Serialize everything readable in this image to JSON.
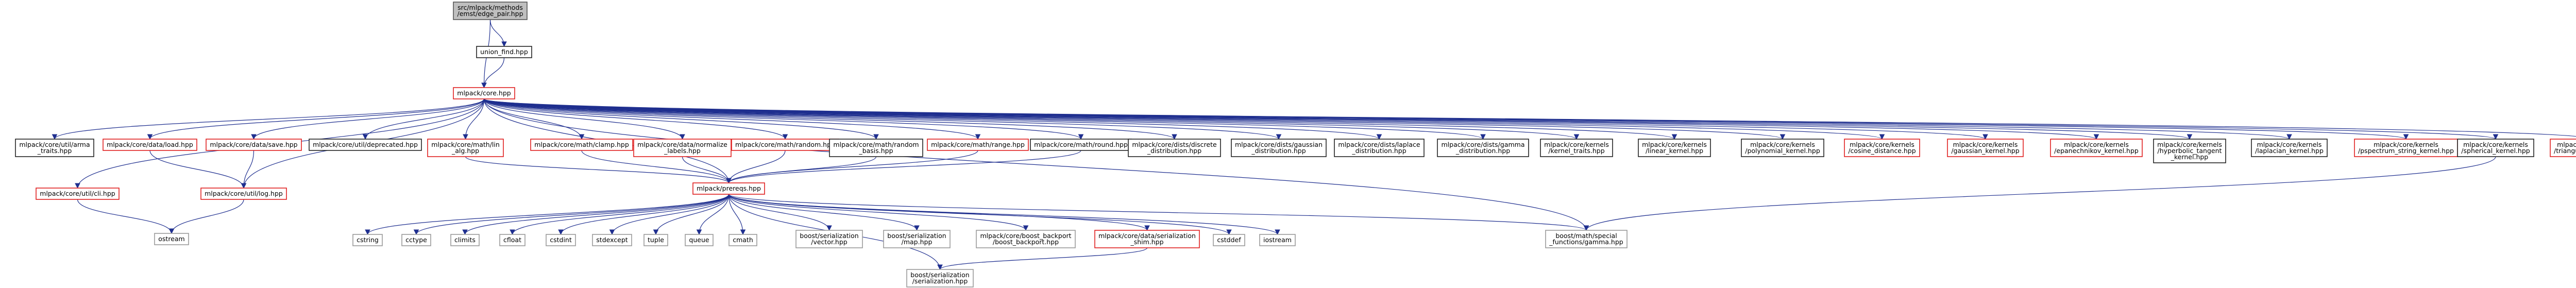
{
  "colors": {
    "edge": "#1f2f8f",
    "node_border_default": "#9a9a9a",
    "node_border_incomplete": "#e02020",
    "node_border_documented": "#222222",
    "root_fill": "#bfbfbf"
  },
  "nodes": [
    {
      "id": "root",
      "lines": [
        "src/mlpack/methods",
        "/emst/edge_pair.hpp"
      ],
      "style": "root"
    },
    {
      "id": "union_find",
      "lines": [
        "union_find.hpp"
      ],
      "style": "black"
    },
    {
      "id": "core",
      "lines": [
        "mlpack/core.hpp"
      ],
      "style": "red"
    },
    {
      "id": "arma_traits",
      "lines": [
        "mlpack/core/util/arma",
        "_traits.hpp"
      ],
      "style": "black"
    },
    {
      "id": "load",
      "lines": [
        "mlpack/core/data/load.hpp"
      ],
      "style": "red"
    },
    {
      "id": "save",
      "lines": [
        "mlpack/core/data/save.hpp"
      ],
      "style": "red"
    },
    {
      "id": "deprecated",
      "lines": [
        "mlpack/core/util/deprecated.hpp"
      ],
      "style": "black"
    },
    {
      "id": "lin_alg",
      "lines": [
        "mlpack/core/math/lin",
        "_alg.hpp"
      ],
      "style": "red"
    },
    {
      "id": "clamp",
      "lines": [
        "mlpack/core/math/clamp.hpp"
      ],
      "style": "red"
    },
    {
      "id": "normalize_labels",
      "lines": [
        "mlpack/core/data/normalize",
        "_labels.hpp"
      ],
      "style": "red"
    },
    {
      "id": "random",
      "lines": [
        "mlpack/core/math/random.hpp"
      ],
      "style": "red"
    },
    {
      "id": "random_basis",
      "lines": [
        "mlpack/core/math/random",
        "_basis.hpp"
      ],
      "style": "black"
    },
    {
      "id": "range",
      "lines": [
        "mlpack/core/math/range.hpp"
      ],
      "style": "red"
    },
    {
      "id": "round",
      "lines": [
        "mlpack/core/math/round.hpp"
      ],
      "style": "black"
    },
    {
      "id": "discrete",
      "lines": [
        "mlpack/core/dists/discrete",
        "_distribution.hpp"
      ],
      "style": "black"
    },
    {
      "id": "gaussian_dist",
      "lines": [
        "mlpack/core/dists/gaussian",
        "_distribution.hpp"
      ],
      "style": "black"
    },
    {
      "id": "laplace_dist",
      "lines": [
        "mlpack/core/dists/laplace",
        "_distribution.hpp"
      ],
      "style": "black"
    },
    {
      "id": "gamma_dist",
      "lines": [
        "mlpack/core/dists/gamma",
        "_distribution.hpp"
      ],
      "style": "black"
    },
    {
      "id": "kernel_traits",
      "lines": [
        "mlpack/core/kernels",
        "/kernel_traits.hpp"
      ],
      "style": "black"
    },
    {
      "id": "linear_kernel",
      "lines": [
        "mlpack/core/kernels",
        "/linear_kernel.hpp"
      ],
      "style": "black"
    },
    {
      "id": "polynomial_kernel",
      "lines": [
        "mlpack/core/kernels",
        "/polynomial_kernel.hpp"
      ],
      "style": "black"
    },
    {
      "id": "cosine_distance",
      "lines": [
        "mlpack/core/kernels",
        "/cosine_distance.hpp"
      ],
      "style": "red"
    },
    {
      "id": "gaussian_kernel",
      "lines": [
        "mlpack/core/kernels",
        "/gaussian_kernel.hpp"
      ],
      "style": "red"
    },
    {
      "id": "epanechnikov",
      "lines": [
        "mlpack/core/kernels",
        "/epanechnikov_kernel.hpp"
      ],
      "style": "red"
    },
    {
      "id": "hyperbolic",
      "lines": [
        "mlpack/core/kernels",
        "/hyperbolic_tangent",
        "_kernel.hpp"
      ],
      "style": "black"
    },
    {
      "id": "laplacian_kernel",
      "lines": [
        "mlpack/core/kernels",
        "/laplacian_kernel.hpp"
      ],
      "style": "black"
    },
    {
      "id": "pspectrum",
      "lines": [
        "mlpack/core/kernels",
        "/pspectrum_string_kernel.hpp"
      ],
      "style": "red"
    },
    {
      "id": "spherical",
      "lines": [
        "mlpack/core/kernels",
        "/spherical_kernel.hpp"
      ],
      "style": "black"
    },
    {
      "id": "triangular",
      "lines": [
        "mlpack/core/kernels",
        "/triangular_kernel.hpp"
      ],
      "style": "red"
    },
    {
      "id": "util_cli",
      "lines": [
        "mlpack/core/util/cli.hpp"
      ],
      "style": "red"
    },
    {
      "id": "log",
      "lines": [
        "mlpack/core/util/log.hpp"
      ],
      "style": "red"
    },
    {
      "id": "prereqs",
      "lines": [
        "mlpack/prereqs.hpp"
      ],
      "style": "red"
    },
    {
      "id": "ostream",
      "lines": [
        "ostream"
      ],
      "style": "default"
    },
    {
      "id": "cstring",
      "lines": [
        "cstring"
      ],
      "style": "default"
    },
    {
      "id": "cctype",
      "lines": [
        "cctype"
      ],
      "style": "default"
    },
    {
      "id": "climits",
      "lines": [
        "climits"
      ],
      "style": "default"
    },
    {
      "id": "cfloat",
      "lines": [
        "cfloat"
      ],
      "style": "default"
    },
    {
      "id": "cstdint",
      "lines": [
        "cstdint"
      ],
      "style": "default"
    },
    {
      "id": "stdexcept",
      "lines": [
        "stdexcept"
      ],
      "style": "default"
    },
    {
      "id": "tuple",
      "lines": [
        "tuple"
      ],
      "style": "default"
    },
    {
      "id": "queue",
      "lines": [
        "queue"
      ],
      "style": "default"
    },
    {
      "id": "cmath",
      "lines": [
        "cmath"
      ],
      "style": "default"
    },
    {
      "id": "ser_vector",
      "lines": [
        "boost/serialization",
        "/vector.hpp"
      ],
      "style": "default"
    },
    {
      "id": "ser_map",
      "lines": [
        "boost/serialization",
        "/map.hpp"
      ],
      "style": "default"
    },
    {
      "id": "boost_backport",
      "lines": [
        "mlpack/core/boost_backport",
        "/boost_backport.hpp"
      ],
      "style": "default"
    },
    {
      "id": "ser_shim",
      "lines": [
        "mlpack/core/data/serialization",
        "_shim.hpp"
      ],
      "style": "red"
    },
    {
      "id": "cstddef",
      "lines": [
        "cstddef"
      ],
      "style": "default"
    },
    {
      "id": "iostream",
      "lines": [
        "iostream"
      ],
      "style": "default"
    },
    {
      "id": "gamma_hpp",
      "lines": [
        "boost/math/special",
        "_functions/gamma.hpp"
      ],
      "style": "default"
    },
    {
      "id": "serialization",
      "lines": [
        "boost/serialization",
        "/serialization.hpp"
      ],
      "style": "default"
    }
  ],
  "edges": [
    [
      "root",
      "union_find"
    ],
    [
      "root",
      "core"
    ],
    [
      "union_find",
      "core"
    ],
    [
      "core",
      "arma_traits"
    ],
    [
      "core",
      "load"
    ],
    [
      "core",
      "save"
    ],
    [
      "core",
      "deprecated"
    ],
    [
      "core",
      "lin_alg"
    ],
    [
      "core",
      "clamp"
    ],
    [
      "core",
      "normalize_labels"
    ],
    [
      "core",
      "random"
    ],
    [
      "core",
      "random_basis"
    ],
    [
      "core",
      "range"
    ],
    [
      "core",
      "round"
    ],
    [
      "core",
      "discrete"
    ],
    [
      "core",
      "gaussian_dist"
    ],
    [
      "core",
      "laplace_dist"
    ],
    [
      "core",
      "gamma_dist"
    ],
    [
      "core",
      "kernel_traits"
    ],
    [
      "core",
      "linear_kernel"
    ],
    [
      "core",
      "polynomial_kernel"
    ],
    [
      "core",
      "cosine_distance"
    ],
    [
      "core",
      "gaussian_kernel"
    ],
    [
      "core",
      "epanechnikov"
    ],
    [
      "core",
      "hyperbolic"
    ],
    [
      "core",
      "laplacian_kernel"
    ],
    [
      "core",
      "pspectrum"
    ],
    [
      "core",
      "spherical"
    ],
    [
      "core",
      "triangular"
    ],
    [
      "core",
      "util_cli"
    ],
    [
      "core",
      "log"
    ],
    [
      "core",
      "prereqs"
    ],
    [
      "core",
      "gamma_hpp"
    ],
    [
      "load",
      "log"
    ],
    [
      "save",
      "log"
    ],
    [
      "util_cli",
      "ostream"
    ],
    [
      "log",
      "ostream"
    ],
    [
      "lin_alg",
      "prereqs"
    ],
    [
      "clamp",
      "prereqs"
    ],
    [
      "normalize_labels",
      "prereqs"
    ],
    [
      "random",
      "prereqs"
    ],
    [
      "random_basis",
      "prereqs"
    ],
    [
      "range",
      "prereqs"
    ],
    [
      "round",
      "prereqs"
    ],
    [
      "prereqs",
      "cstring"
    ],
    [
      "prereqs",
      "cctype"
    ],
    [
      "prereqs",
      "climits"
    ],
    [
      "prereqs",
      "cfloat"
    ],
    [
      "prereqs",
      "cstdint"
    ],
    [
      "prereqs",
      "stdexcept"
    ],
    [
      "prereqs",
      "tuple"
    ],
    [
      "prereqs",
      "queue"
    ],
    [
      "prereqs",
      "cmath"
    ],
    [
      "prereqs",
      "ser_vector"
    ],
    [
      "prereqs",
      "ser_map"
    ],
    [
      "prereqs",
      "boost_backport"
    ],
    [
      "prereqs",
      "ser_shim"
    ],
    [
      "prereqs",
      "cstddef"
    ],
    [
      "prereqs",
      "iostream"
    ],
    [
      "prereqs",
      "gamma_hpp"
    ],
    [
      "prereqs",
      "serialization"
    ],
    [
      "ser_shim",
      "serialization"
    ],
    [
      "spherical",
      "gamma_hpp"
    ]
  ]
}
